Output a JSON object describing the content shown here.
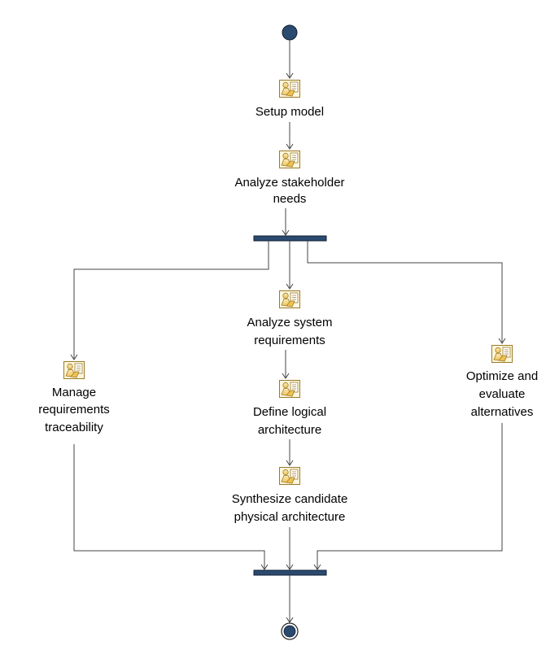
{
  "diagram": {
    "type": "activity-diagram",
    "colors": {
      "initial_node": "#2b4a70",
      "fork_bar": "#2b4a70",
      "edge": "#444444",
      "action_icon": "#f5d27a"
    },
    "actions": [
      {
        "id": "setup-model",
        "icon": "action-person-document-icon",
        "lines": [
          "Setup model"
        ]
      },
      {
        "id": "analyze-stakeholder-needs",
        "icon": "action-person-document-icon",
        "lines": [
          "Analyze stakeholder",
          "needs"
        ]
      },
      {
        "id": "manage-requirements-traceability",
        "icon": "action-person-document-icon",
        "lines": [
          "Manage",
          "requirements",
          "traceability"
        ]
      },
      {
        "id": "analyze-system-requirements",
        "icon": "action-person-document-icon",
        "lines": [
          "Analyze system",
          "requirements"
        ]
      },
      {
        "id": "define-logical-architecture",
        "icon": "action-person-document-icon",
        "lines": [
          "Define logical",
          "architecture"
        ]
      },
      {
        "id": "synthesize-candidate-physical-architecture",
        "icon": "action-person-document-icon",
        "lines": [
          "Synthesize candidate",
          "physical architecture"
        ]
      },
      {
        "id": "optimize-and-evaluate-alternatives",
        "icon": "action-person-document-icon",
        "lines": [
          "Optimize and",
          "evaluate",
          "alternatives"
        ]
      }
    ]
  }
}
